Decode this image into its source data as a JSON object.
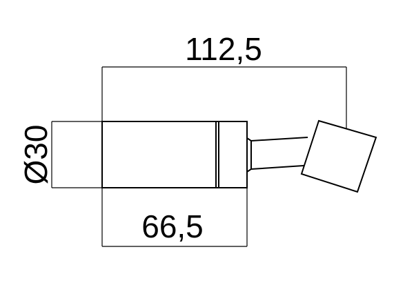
{
  "dimensions": {
    "overall_length": "112,5",
    "body_length": "66,5",
    "diameter": "Ø30"
  },
  "colors": {
    "line": "#000000",
    "background": "#ffffff"
  }
}
